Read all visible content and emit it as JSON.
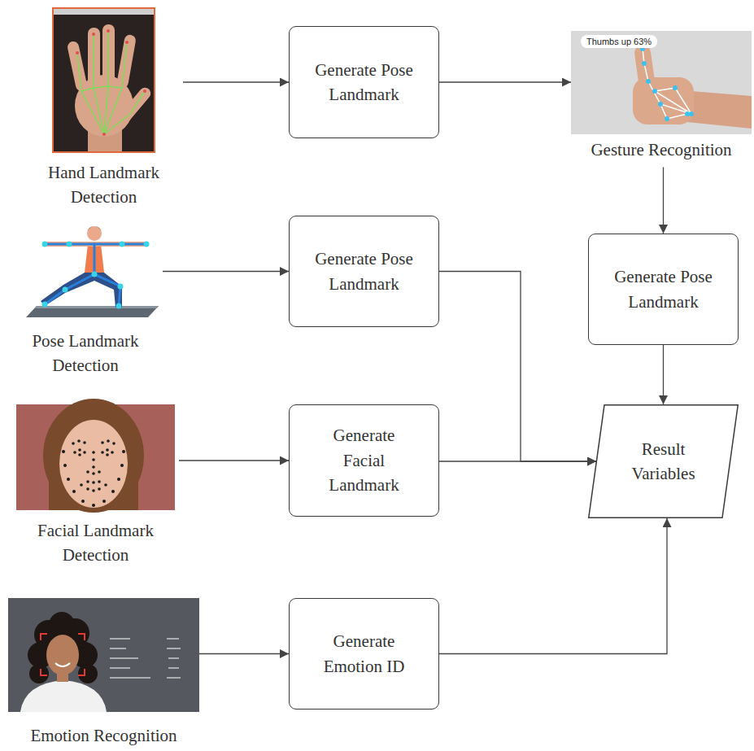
{
  "diagram": {
    "nodes": [
      {
        "text": [
          "Hand Landmark Detection"
        ]
      },
      {
        "text": [
          "Generate Pose Landmark"
        ]
      },
      {
        "text": [
          "Thumbs up 63%",
          "Gesture Recognition"
        ]
      },
      {
        "text": [
          "Pose Landmark Detection"
        ]
      },
      {
        "text": [
          "Generate Pose Landmark"
        ]
      },
      {
        "text": [
          "Generate Pose Landmark"
        ]
      },
      {
        "text": [
          "Facial Landmark Detection"
        ]
      },
      {
        "text": [
          "Generate Facial Landmark"
        ]
      },
      {
        "text": [
          "Result Variables"
        ]
      },
      {
        "text": [
          "Emotion Recognition"
        ]
      },
      {
        "text": [
          "Generate Emotion ID"
        ]
      }
    ],
    "edges": [
      {
        "from": 0,
        "to": 1,
        "arrow": "to"
      },
      {
        "from": 1,
        "to": 2,
        "arrow": "to"
      },
      {
        "from": 2,
        "to": 5,
        "arrow": "to"
      },
      {
        "from": 3,
        "to": 4,
        "arrow": "to"
      },
      {
        "from": 4,
        "to": 8,
        "arrow": "to"
      },
      {
        "from": 5,
        "to": 8,
        "arrow": "to"
      },
      {
        "from": 6,
        "to": 7,
        "arrow": "to"
      },
      {
        "from": 7,
        "to": 8,
        "arrow": "to"
      },
      {
        "from": 9,
        "to": 10,
        "arrow": "to"
      },
      {
        "from": 10,
        "to": 8,
        "arrow": "to"
      }
    ]
  }
}
